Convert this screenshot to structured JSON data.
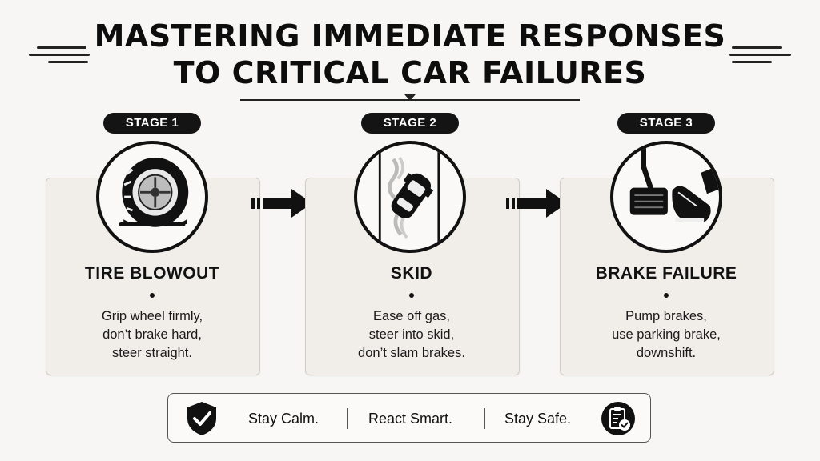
{
  "title": {
    "line1": "MASTERING IMMEDIATE RESPONSES",
    "line2": "TO CRITICAL CAR FAILURES"
  },
  "stages": [
    {
      "badge": "STAGE 1",
      "icon": "flat-tire-icon",
      "title": "TIRE BLOWOUT",
      "lines": [
        "Grip wheel firmly,",
        "don’t brake hard,",
        "steer straight."
      ]
    },
    {
      "badge": "STAGE 2",
      "icon": "skidding-car-icon",
      "title": "SKID",
      "lines": [
        "Ease off gas,",
        "steer into skid,",
        "don’t slam brakes."
      ]
    },
    {
      "badge": "STAGE 3",
      "icon": "brake-pedal-icon",
      "title": "BRAKE FAILURE",
      "lines": [
        "Pump brakes,",
        "use parking brake,",
        "downshift."
      ]
    }
  ],
  "footer": {
    "left_icon": "shield-check-icon",
    "items": [
      "Stay Calm.",
      "React Smart.",
      "Stay Safe."
    ],
    "right_icon": "checklist-icon"
  },
  "colors": {
    "background": "#f7f6f4",
    "card": "#f1eee9",
    "ink": "#111111"
  }
}
